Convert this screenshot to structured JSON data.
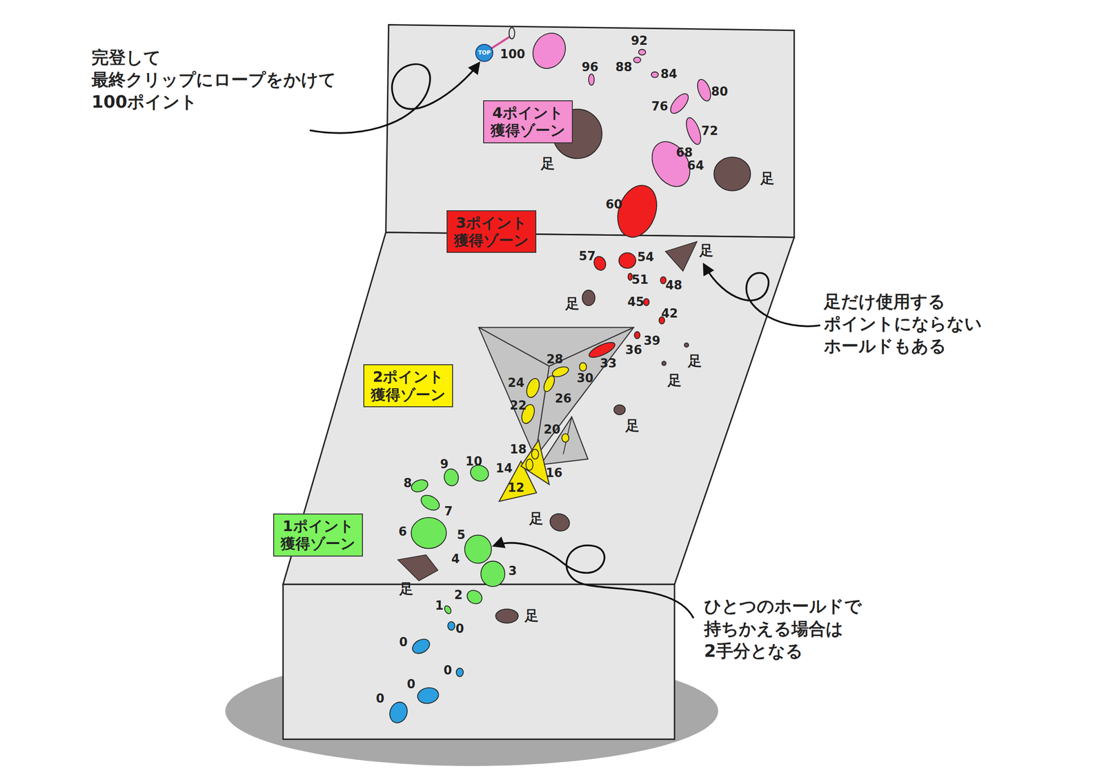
{
  "diagram": {
    "nodes": [
      {
        "text": [
          "TOP"
        ]
      },
      {
        "text": [
          "4ポイント 獲得ゾーン"
        ]
      },
      {
        "text": [
          "3ポイント 獲得ゾーン"
        ]
      },
      {
        "text": [
          "2ポイント 獲得ゾーン"
        ]
      },
      {
        "text": [
          "1ポイント 獲得ゾーン"
        ]
      }
    ],
    "labels": [
      "完登して 最終クリップにロープをかけて 100ポイント",
      "100",
      "92",
      "96",
      "88",
      "84",
      "80",
      "76",
      "72",
      "68",
      "足",
      "64",
      "足",
      "60",
      "足",
      "57",
      "54",
      "51",
      "48",
      "足だけ使用する ポイントにならない ホールドもある",
      "足",
      "45",
      "42",
      "39",
      "36",
      "足",
      "28",
      "33",
      "30",
      "足",
      "24",
      "26",
      "22",
      "足",
      "20",
      "18",
      "10",
      "9",
      "14",
      "16",
      "8",
      "12",
      "7",
      "足",
      "6",
      "5",
      "4",
      "3",
      "足",
      "2",
      "ひとつのホールドで 持ちかえる場合は 2手分となる",
      "1",
      "足",
      "0",
      "0",
      "0",
      "0",
      "0"
    ]
  }
}
